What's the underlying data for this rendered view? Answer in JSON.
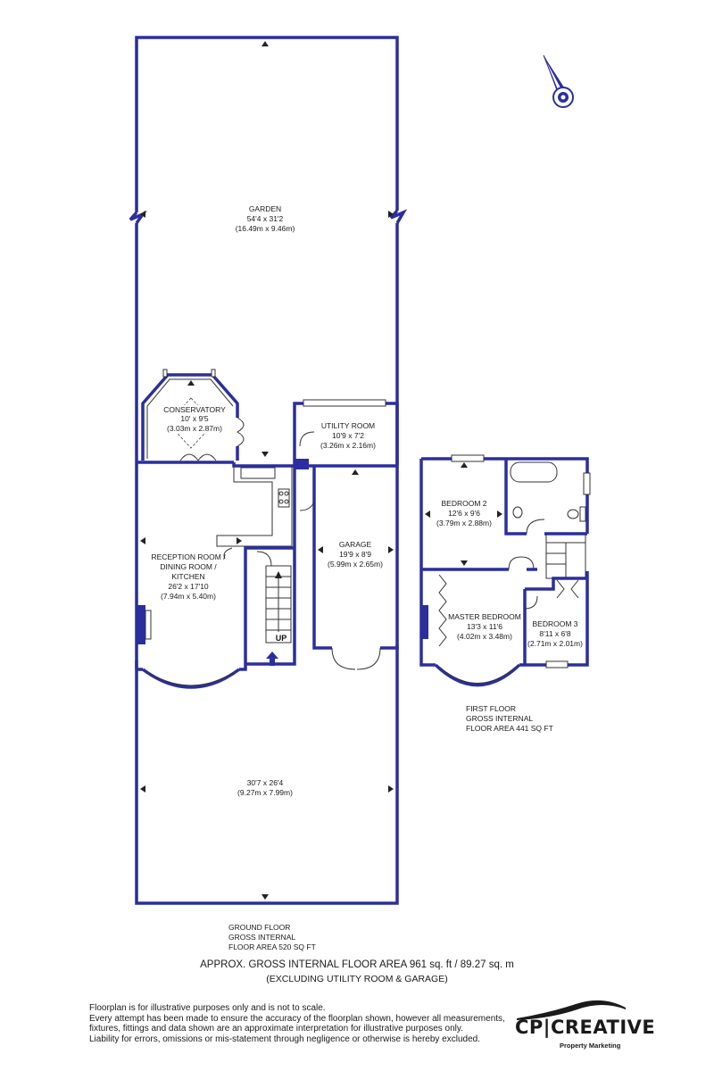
{
  "colors": {
    "wall": "#2b2e9e",
    "text": "#1a1a1a",
    "background": "#ffffff"
  },
  "rooms": {
    "garden": {
      "name": "GARDEN",
      "imperial": "54'4 x 31'2",
      "metric": "(16.49m x 9.46m)"
    },
    "conservatory": {
      "name": "CONSERVATORY",
      "imperial": "10' x 9'5",
      "metric": "(3.03m x 2.87m)"
    },
    "utility": {
      "name": "UTILITY ROOM",
      "imperial": "10'9 x 7'2",
      "metric": "(3.26m x 2.16m)"
    },
    "reception": {
      "name_line1": "RECEPTION ROOM /",
      "name_line2": "DINING ROOM /",
      "name_line3": "KITCHEN",
      "imperial": "26'2 x 17'10",
      "metric": "(7.94m x 5.40m)"
    },
    "garage": {
      "name": "GARAGE",
      "imperial": "19'9 x 8'9",
      "metric": "(5.99m x 2.65m)"
    },
    "front_garden": {
      "imperial": "30'7 x 26'4",
      "metric": "(9.27m x 7.99m)"
    },
    "bedroom2": {
      "name": "BEDROOM 2",
      "imperial": "12'6 x 9'6",
      "metric": "(3.79m x 2.88m)"
    },
    "master": {
      "name": "MASTER BEDROOM",
      "imperial": "13'3 x 11'6",
      "metric": "(4.02m x 3.48m)"
    },
    "bedroom3": {
      "name": "BEDROOM 3",
      "imperial": "8'11 x 6'8",
      "metric": "(2.71m x 2.01m)"
    }
  },
  "stairs_label": "UP",
  "floors": {
    "ground": {
      "line1": "GROUND FLOOR",
      "line2": "GROSS INTERNAL",
      "line3": "FLOOR AREA 520 SQ FT"
    },
    "first": {
      "line1": "FIRST FLOOR",
      "line2": "GROSS INTERNAL",
      "line3": "FLOOR AREA 441 SQ FT"
    }
  },
  "totals": {
    "line1": "APPROX. GROSS INTERNAL FLOOR AREA 961 sq. ft / 89.27 sq. m",
    "line2": "(EXCLUDING UTILITY ROOM & GARAGE)"
  },
  "disclaimer": [
    "Floorplan is for illustrative purposes only and is not to scale.",
    "Every attempt has been made to ensure the accuracy of the floorplan shown, however all measurements,",
    "fixtures, fittings and data shown are an approximate interpretation for illustrative purposes only.",
    "Liability for errors, omissions or mis-statement through negligence or otherwise is hereby excluded."
  ],
  "logo": {
    "main": "CP|CREATIVE",
    "sub": "Property Marketing"
  },
  "compass_icon": "north-arrow-icon"
}
